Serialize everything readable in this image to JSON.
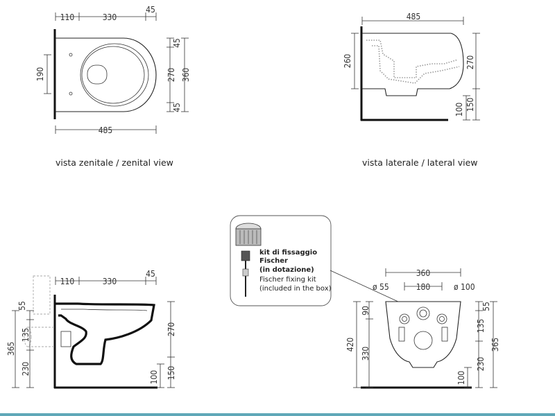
{
  "zenital": {
    "caption_it": "vista zenitale",
    "caption_sep": " / ",
    "caption_en": "zenital view",
    "top_dims": [
      "110",
      "330",
      "45"
    ],
    "left_dim": "190",
    "right_dims": [
      "45",
      "270",
      "45"
    ],
    "right_total": "360",
    "bottom_dim": "485"
  },
  "lateral": {
    "caption_it": "vista laterale",
    "caption_sep": " / ",
    "caption_en": "lateral view",
    "top_dim": "485",
    "left_dim": "260",
    "right_dims": [
      "270",
      "150"
    ],
    "right_low": "100"
  },
  "section": {
    "top_dims": [
      "110",
      "330",
      "45"
    ],
    "left_dims": [
      "55",
      "135",
      "230"
    ],
    "left_total": "365",
    "right_dims": [
      "270",
      "150"
    ],
    "right_low": "100"
  },
  "kit": {
    "line1": "kit di fissaggio",
    "line2": "Fischer",
    "line3": "(in dotazione)",
    "line4": "Fischer fixing kit",
    "line5": "(included in the box)"
  },
  "rear": {
    "top_dim": "360",
    "mid_dim": "180",
    "left_dia": "ø 55",
    "right_dia": "ø 100",
    "left_dims": [
      "420",
      "90",
      "330"
    ],
    "right_dims": [
      "55",
      "135",
      "230"
    ],
    "right_total": "365",
    "low_dim": "100"
  },
  "colors": {
    "footer": "#5fa8b8"
  }
}
